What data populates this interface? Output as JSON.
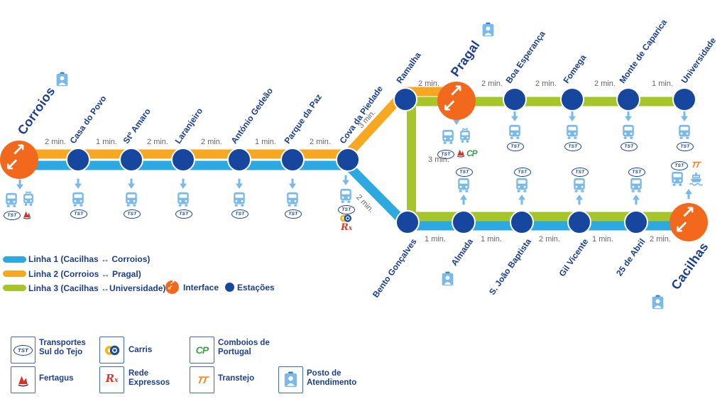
{
  "colors": {
    "line1": "#2BA9E0",
    "line2": "#F7A823",
    "line3": "#A6C529",
    "interface": "#F2681C",
    "station_dot": "#17469E",
    "label_text": "#1B3E90",
    "time_text": "#66666A",
    "icon_blue": "#79BAE8"
  },
  "map": {
    "top_left": {
      "stations": [
        {
          "name": "Corroios",
          "type": "interface"
        },
        {
          "name": "Casa do Povo"
        },
        {
          "name": "Stº Amaro"
        },
        {
          "name": "Laranjeiro"
        },
        {
          "name": "António Gedeão"
        },
        {
          "name": "Parque da Paz"
        },
        {
          "name": "Cova da Piedade"
        }
      ],
      "times": [
        "2 min.",
        "1 min.",
        "2 min.",
        "2 min.",
        "1 min.",
        "2 min."
      ]
    },
    "top_right": {
      "stations": [
        {
          "name": "Ramalha"
        },
        {
          "name": "Pragal",
          "type": "interface"
        },
        {
          "name": "Boa Esperança"
        },
        {
          "name": "Fomega"
        },
        {
          "name": "Monte de Caparica"
        },
        {
          "name": "Universidade"
        }
      ],
      "times": [
        "2 min.",
        "2 min.",
        "2 min.",
        "2 min.",
        "1 min."
      ]
    },
    "bottom": {
      "stations": [
        {
          "name": "Bento Gonçalves"
        },
        {
          "name": "Almada"
        },
        {
          "name": "S. João Baptista"
        },
        {
          "name": "Gil Vicente"
        },
        {
          "name": "25 de Abril"
        },
        {
          "name": "Cacilhas",
          "type": "interface"
        }
      ],
      "times": [
        "1 min.",
        "1 min.",
        "2 min.",
        "1 min.",
        "2 min."
      ]
    },
    "connectors": {
      "cova_ramalha": "3 min.",
      "ramalha_bento": "3 min.",
      "cova_bento": "2 min."
    }
  },
  "legend": {
    "lines": [
      {
        "label": "Linha 1 (Cacilhas ↔ Corroios)"
      },
      {
        "label": "Linha 2 (Corroios ↔ Pragal)"
      },
      {
        "label": "Linha 3 (Cacilhas ↔Universidade)"
      }
    ],
    "interface_label": "Interface",
    "stations_label": "Estações"
  },
  "operators": [
    {
      "id": "tst",
      "label": "Transportes\nSul do Tejo"
    },
    {
      "id": "carris",
      "label": "Carris"
    },
    {
      "id": "cp",
      "label": "Comboios de\nPortugal"
    },
    {
      "id": "fertagus",
      "label": "Fertagus"
    },
    {
      "id": "rede-expressos",
      "label": "Rede\nExpressos"
    },
    {
      "id": "transtejo",
      "label": "Transtejo"
    },
    {
      "id": "posto",
      "label": "Posto de\nAtendimento"
    }
  ],
  "icons": {
    "tst": "TST",
    "cp": "CP",
    "rx_r": "R",
    "rx_x": "x",
    "tt": "TT",
    "arrow_ne": "↗",
    "arrow_sw": "↙"
  }
}
